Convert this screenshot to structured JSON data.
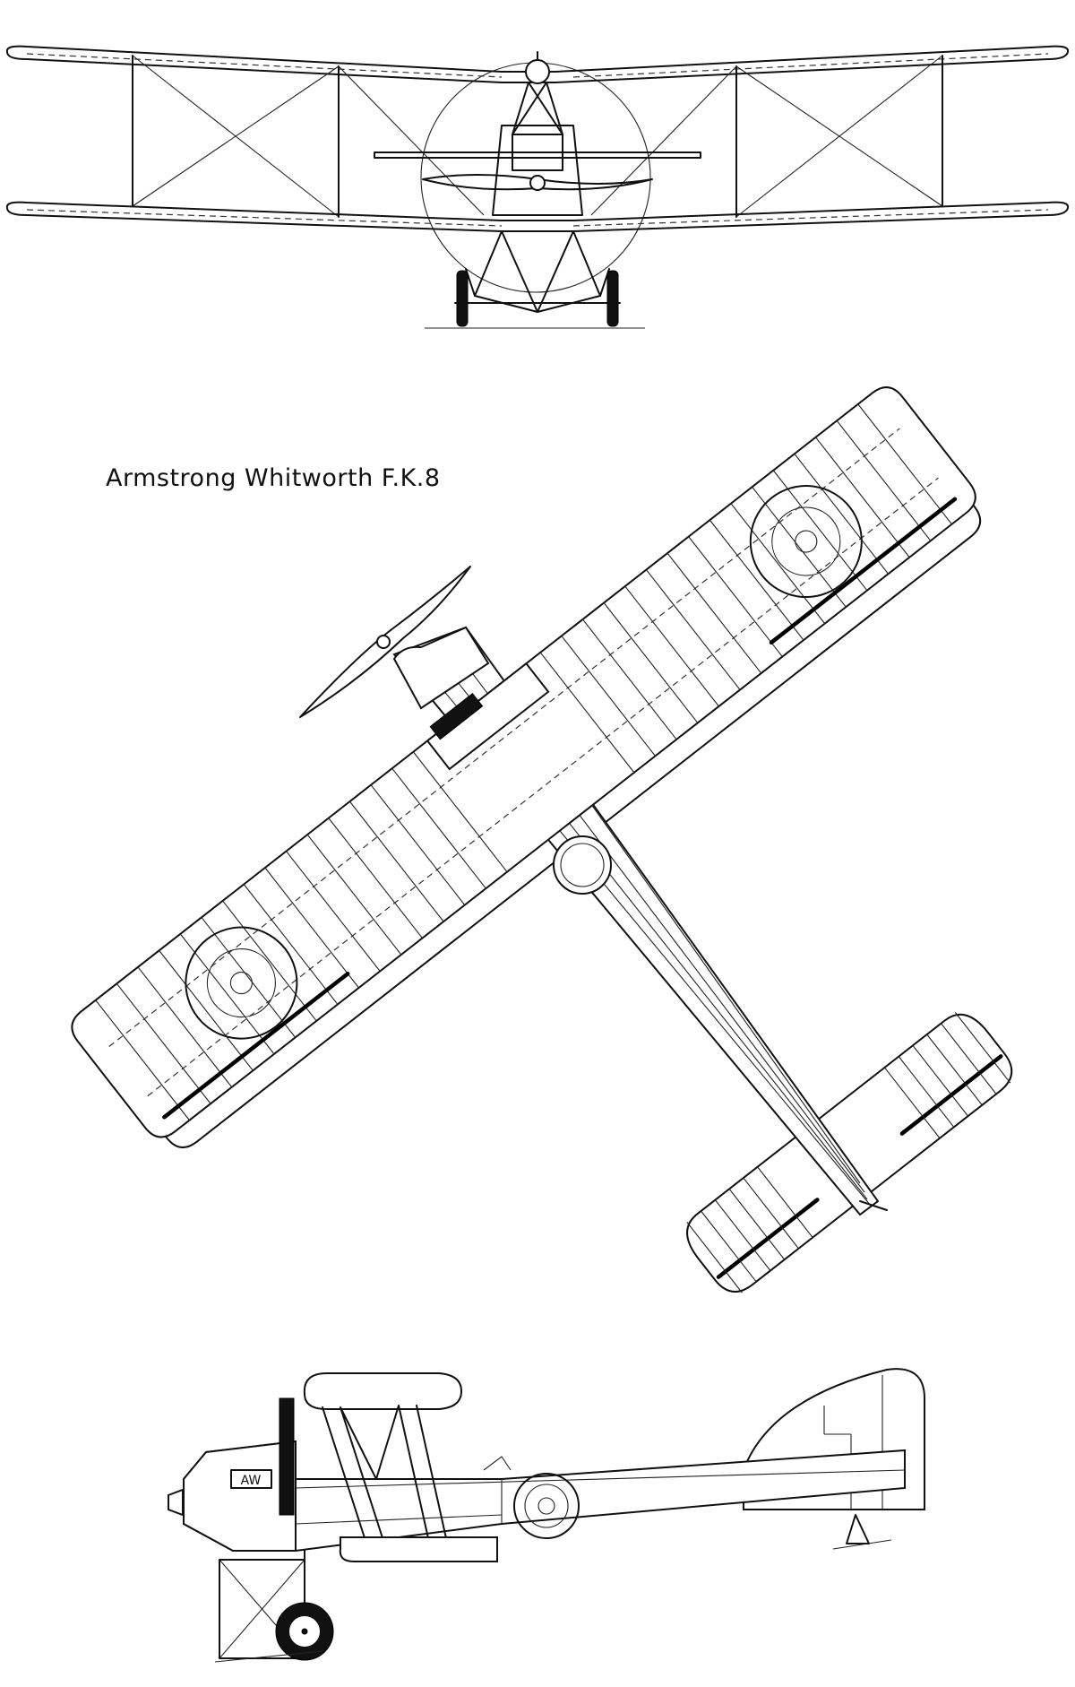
{
  "title": "Armstrong Whitworth F.K.8",
  "fuselage_marking": "AW",
  "views": [
    "front-view",
    "plan-view",
    "side-view"
  ],
  "colors": {
    "ink": "#111111",
    "paper": "#ffffff"
  }
}
